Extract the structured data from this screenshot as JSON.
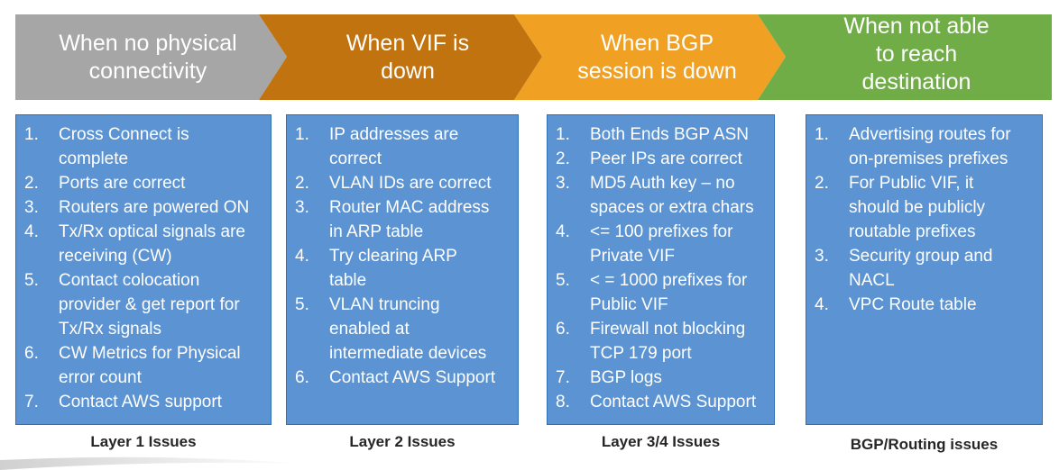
{
  "stages": [
    {
      "label": "When no physical\nconnectivity",
      "color": "#a6a6a6"
    },
    {
      "label": "When VIF is\ndown",
      "color": "#c0730f"
    },
    {
      "label": "When BGP\nsession is down",
      "color": "#f0a022"
    },
    {
      "label": "When not able\nto reach\ndestination",
      "color": "#70ad47"
    }
  ],
  "checklists": [
    {
      "caption": "Layer 1 Issues",
      "items": [
        {
          "num": "1.",
          "lines": [
            "Cross Connect is",
            "complete"
          ]
        },
        {
          "num": "2.",
          "lines": [
            "Ports are correct"
          ]
        },
        {
          "num": "3.",
          "lines": [
            "Routers are powered ON"
          ]
        },
        {
          "num": "4.",
          "lines": [
            "Tx/Rx optical signals are",
            "receiving (CW)"
          ]
        },
        {
          "num": "5.",
          "lines": [
            "Contact colocation",
            "provider & get report for",
            "Tx/Rx signals"
          ]
        },
        {
          "num": "6.",
          "lines": [
            "CW Metrics for Physical",
            "error count"
          ]
        },
        {
          "num": "7.",
          "lines": [
            "Contact AWS support"
          ]
        }
      ]
    },
    {
      "caption": "Layer 2 Issues",
      "items": [
        {
          "num": "1.",
          "lines": [
            "IP addresses are",
            "correct"
          ]
        },
        {
          "num": "2.",
          "lines": [
            "VLAN IDs are correct"
          ]
        },
        {
          "num": "3.",
          "lines": [
            "Router MAC address",
            "in ARP table"
          ]
        },
        {
          "num": "4.",
          "lines": [
            "Try clearing ARP",
            "table"
          ]
        },
        {
          "num": "5.",
          "lines": [
            "VLAN truncing",
            "enabled at",
            "intermediate devices"
          ]
        },
        {
          "num": "6.",
          "lines": [
            "Contact AWS Support"
          ]
        }
      ]
    },
    {
      "caption": "Layer 3/4 Issues",
      "items": [
        {
          "num": "1.",
          "lines": [
            "Both Ends BGP ASN"
          ]
        },
        {
          "num": "2.",
          "lines": [
            "Peer IPs are correct"
          ]
        },
        {
          "num": "3.",
          "lines": [
            "MD5 Auth key – no",
            "spaces or extra chars"
          ]
        },
        {
          "num": "4.",
          "lines": [
            "<= 100 prefixes for",
            "Private VIF"
          ]
        },
        {
          "num": "5.",
          "lines": [
            "< = 1000 prefixes for",
            "Public VIF"
          ]
        },
        {
          "num": "6.",
          "lines": [
            "Firewall not blocking",
            "TCP 179 port"
          ]
        },
        {
          "num": "7.",
          "lines": [
            "BGP logs"
          ]
        },
        {
          "num": "8.",
          "lines": [
            "Contact AWS Support"
          ]
        }
      ]
    },
    {
      "caption": "BGP/Routing issues",
      "items": [
        {
          "num": "1.",
          "lines": [
            "Advertising routes for",
            "on-premises prefixes"
          ]
        },
        {
          "num": "2.",
          "lines": [
            "For Public VIF, it",
            "should be publicly",
            "routable prefixes"
          ]
        },
        {
          "num": "3.",
          "lines": [
            "Security group and",
            "NACL"
          ]
        },
        {
          "num": "4.",
          "lines": [
            "VPC Route table"
          ]
        }
      ]
    }
  ]
}
